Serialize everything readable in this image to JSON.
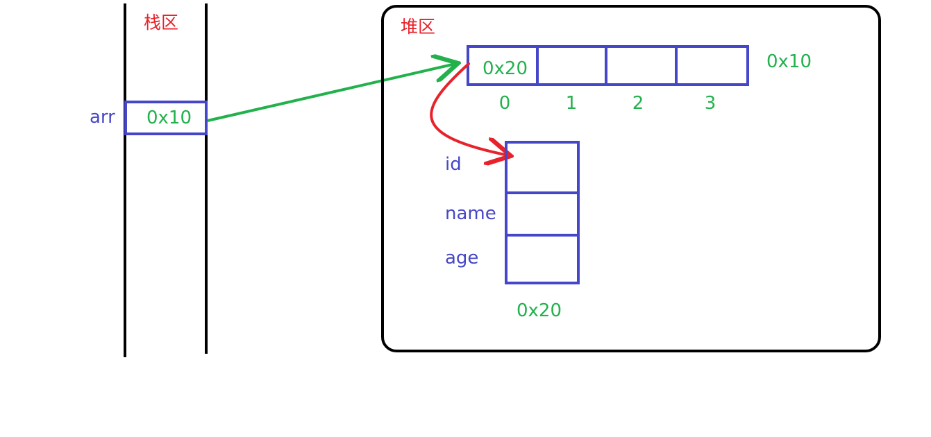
{
  "stack": {
    "title": "栈区",
    "var_name": "arr",
    "var_value": "0x10"
  },
  "heap": {
    "title": "堆区",
    "array": {
      "address": "0x10",
      "first_cell_value": "0x20",
      "indices": [
        "0",
        "1",
        "2",
        "3"
      ]
    },
    "object": {
      "address": "0x20",
      "fields": [
        "id",
        "name",
        "age"
      ]
    }
  },
  "colors": {
    "red": "#e8222b",
    "blue": "#4646c8",
    "green": "#22b14c",
    "black": "#000000"
  }
}
